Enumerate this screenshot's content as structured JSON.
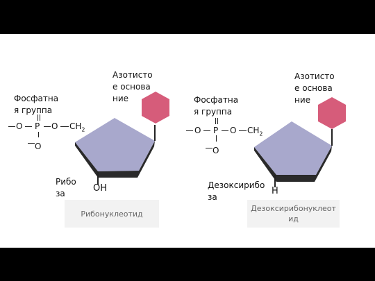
{
  "left": {
    "nitrogen_base_label": "Азотистое основание",
    "phosphate_label": "Фосфатная группа",
    "sugar_label": "Рибоза",
    "o_left": "O",
    "p": "P",
    "o_bridge": "O",
    "o_bottom": "O",
    "ch2": "CH",
    "ch2_sub": "2",
    "bottom_group": "OH",
    "caption": "Рибонуклеотид"
  },
  "right": {
    "nitrogen_base_label": "Азотистое основание",
    "phosphate_label": "Фосфатная группа",
    "sugar_label": "Дезоксирибоза",
    "o_left": "O",
    "p": "P",
    "o_bridge": "O",
    "o_bottom": "O",
    "ch2": "CH",
    "ch2_sub": "2",
    "bottom_group": "H",
    "caption": "Дезоксирибонуклеотид"
  },
  "colors": {
    "sugar_fill": "#a8a8cc",
    "sugar_dark": "#2a2a2a",
    "base_fill": "#d65c7a",
    "caption_bg": "#f2f2f2"
  }
}
